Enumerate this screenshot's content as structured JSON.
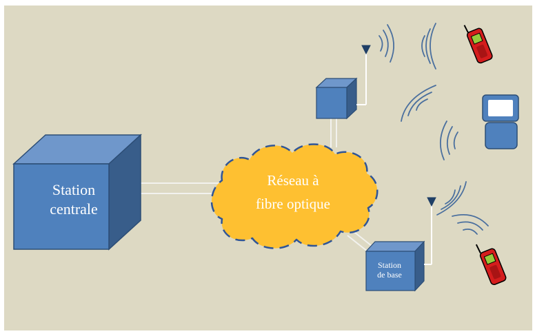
{
  "diagram": {
    "central_station": {
      "label_line1": "Station",
      "label_line2": "centrale"
    },
    "network": {
      "label_line1": "Réseau à",
      "label_line2": "fibre optique"
    },
    "base_station": {
      "label_line1": "Station",
      "label_line2": "de base"
    }
  },
  "colors": {
    "background": "#ddd9c3",
    "box_front": "#4f81bd",
    "box_side": "#385d8a",
    "box_top": "#6f97cb",
    "box_outline": "#2c4d75",
    "cloud_fill": "#fec031",
    "cloud_outline": "#2f5597",
    "phone_body": "#d41d1d",
    "phone_screen": "#97c93c",
    "laptop": "#4f81bd",
    "waves": "#4a6f9e"
  },
  "icons": [
    "antenna-icon",
    "radio-wave-icon",
    "mobile-phone-icon",
    "laptop-icon"
  ]
}
